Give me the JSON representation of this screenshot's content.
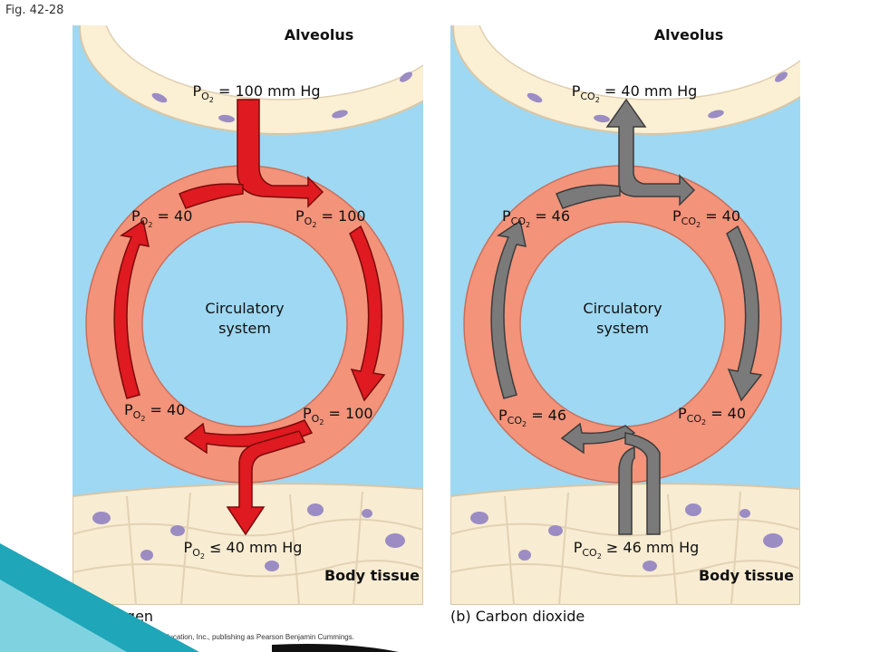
{
  "figure_label": "Fig. 42-28",
  "copyright": "Copyright © 2008 Pearson Education, Inc., publishing as Pearson Benjamin Cummings.",
  "colors": {
    "background_fluid": "#9fd8f2",
    "alveolus_wall": "#fbefd4",
    "alveolus_wall_edge": "#d8c6a6",
    "cell_nucleus": "#9b8cc4",
    "tissue": "#f8ecd2",
    "ring": "#f2937a",
    "ring_inner": "#9fd8f2",
    "oxygen_arrow": "#e01a21",
    "co2_arrow": "#7a7a7a",
    "bottom_teal": "#1fa6b8"
  },
  "panels": {
    "oxygen": {
      "alveolus": "Alveolus",
      "circulatory_line1": "Circulatory",
      "circulatory_line2": "system",
      "body_tissue": "Body tissue",
      "caption": "(a) Oxygen",
      "gas": "O",
      "gas_sub": "2",
      "alveolus_pressure": "= 100 mm Hg",
      "tissue_pressure": "≤ 40 mm Hg",
      "upper_left": "= 40",
      "upper_right": "= 100",
      "lower_left": "= 40",
      "lower_right": "= 100"
    },
    "carbon_dioxide": {
      "alveolus": "Alveolus",
      "circulatory_line1": "Circulatory",
      "circulatory_line2": "system",
      "body_tissue": "Body tissue",
      "caption": "(b) Carbon dioxide",
      "gas": "CO",
      "gas_sub": "2",
      "alveolus_pressure": "= 40 mm Hg",
      "tissue_pressure": "≥ 46 mm Hg",
      "upper_left": "= 46",
      "upper_right": "= 40",
      "lower_left": "= 46",
      "lower_right": "= 40"
    }
  }
}
